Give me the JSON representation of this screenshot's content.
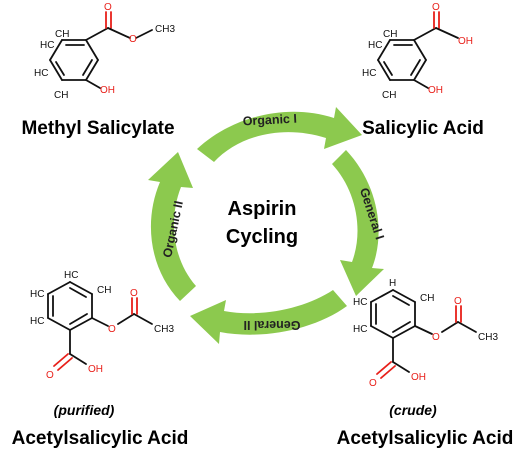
{
  "colors": {
    "arrow": "#8cc94e",
    "oxygen": "#e8201a",
    "bond": "#111111"
  },
  "molecules": {
    "methyl_salicylate": {
      "name": "Methyl Salicylate",
      "hc": "HC",
      "ch_top": "CH",
      "ch_left1": "HC",
      "ch_bottom": "CH",
      "o_double": "O",
      "o_single": "O",
      "ch3": "CH3",
      "oh": "OH"
    },
    "salicylic_acid": {
      "name": "Salicylic Acid",
      "hc": "HC",
      "ch_top": "CH",
      "ch_left1": "HC",
      "ch_bottom": "CH",
      "o_double": "O",
      "oh_acid": "OH",
      "oh": "OH"
    },
    "asa_purified": {
      "qualifier": "(purified)",
      "name": "Acetylsalicylic Acid",
      "ch_top": "HC",
      "ch_right": "CH",
      "hc_left1": "HC",
      "hc_left2": "HC",
      "o_ester": "O",
      "o_carbonyl": "O",
      "ch3": "CH3",
      "o_acid": "O",
      "oh": "OH"
    },
    "asa_crude": {
      "qualifier": "(crude)",
      "name": "Acetylsalicylic Acid",
      "h_top": "H",
      "ch_right": "CH",
      "hc_left1": "HC",
      "hc_left2": "HC",
      "o_ester": "O",
      "o_carbonyl": "O",
      "ch3": "CH3",
      "o_acid": "O",
      "oh": "OH"
    }
  },
  "cycle": {
    "center_line1": "Aspirin",
    "center_line2": "Cycling",
    "arrows": {
      "top": "Organic I",
      "right": "General I",
      "bottom": "General II",
      "left": "Organic II"
    }
  }
}
